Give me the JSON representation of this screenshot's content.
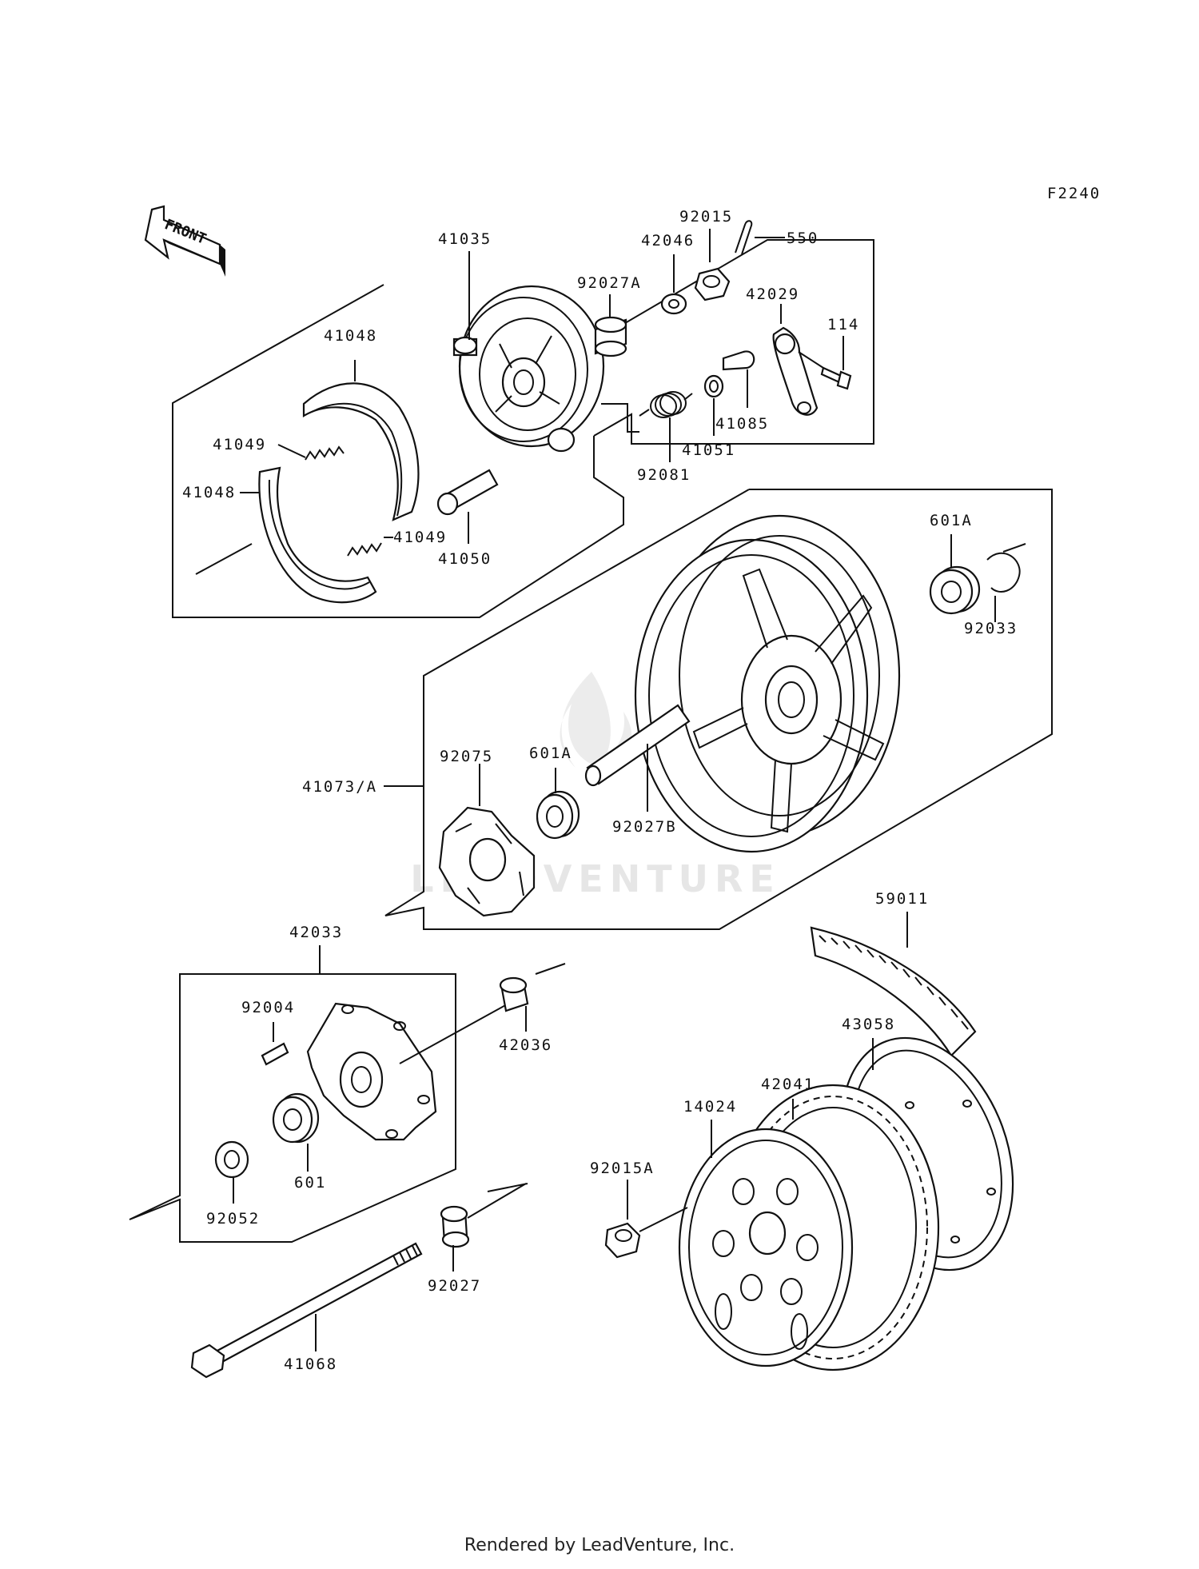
{
  "diagram_code": "F2240",
  "front_label": "FRONT",
  "watermark": "LEADVENTURE",
  "footer": "Rendered by LeadVenture, Inc.",
  "parts": {
    "p41035": "41035",
    "p92015": "92015",
    "p550": "550",
    "p42046": "42046",
    "p92027A": "92027A",
    "p42029": "42029",
    "p114": "114",
    "p41048a": "41048",
    "p41049a": "41049",
    "p41048b": "41048",
    "p41049b": "41049",
    "p41050": "41050",
    "p92081": "92081",
    "p41051": "41051",
    "p41085": "41085",
    "p601Aa": "601A",
    "p92033": "92033",
    "p41073A": "41073/A",
    "p92075": "92075",
    "p601Ab": "601A",
    "p92027B": "92027B",
    "p59011": "59011",
    "p42033": "42033",
    "p92004": "92004",
    "p42036": "42036",
    "p43058": "43058",
    "p42041": "42041",
    "p14024": "14024",
    "p601": "601",
    "p92015A": "92015A",
    "p92052": "92052",
    "p92027": "92027",
    "p41068": "41068"
  }
}
